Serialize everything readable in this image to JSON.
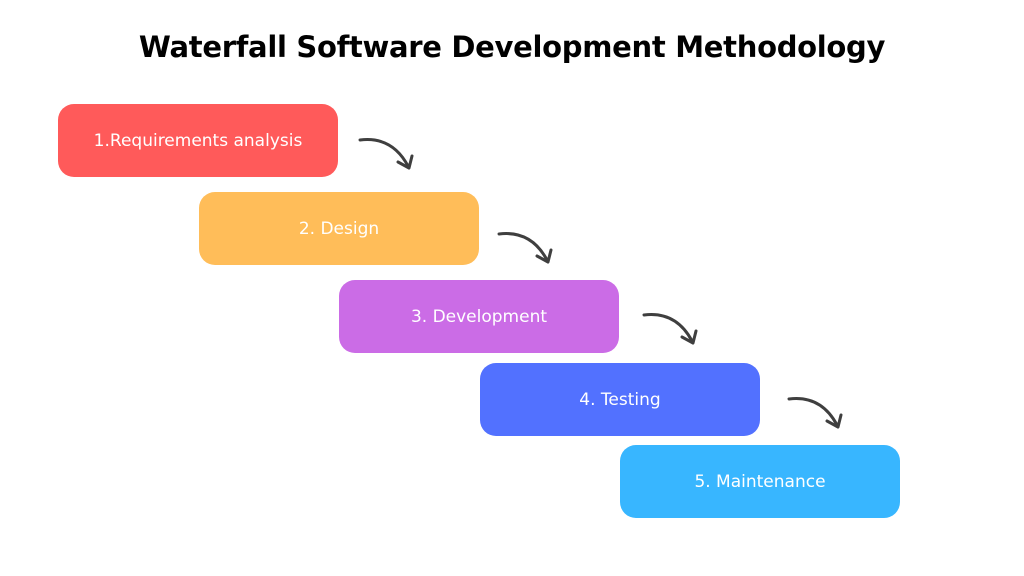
{
  "title": "Waterfall Software Development Methodology",
  "steps": [
    {
      "label": "1.Requirements analysis",
      "color": "#FF5A5A"
    },
    {
      "label": "2. Design",
      "color": "#FFBD59"
    },
    {
      "label": "3. Development",
      "color": "#CB6CE6"
    },
    {
      "label": "4. Testing",
      "color": "#5271FF"
    },
    {
      "label": "5. Maintenance",
      "color": "#38B6FF"
    }
  ],
  "arrow_color": "#3f3f3f"
}
